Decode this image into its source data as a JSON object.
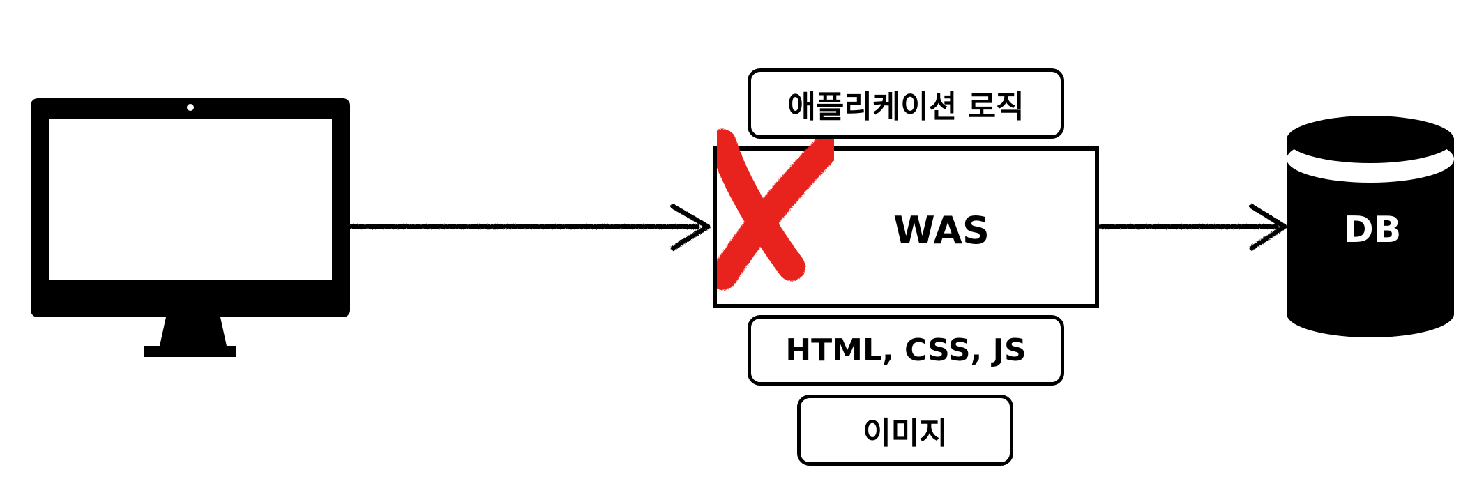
{
  "nodes": {
    "was": {
      "label": "WAS"
    },
    "db": {
      "label": "DB"
    },
    "app_logic": {
      "label": "애플리케이션 로직"
    },
    "static_resources": {
      "label": "HTML, CSS, JS"
    },
    "image": {
      "label": "이미지"
    }
  },
  "edges": [
    {
      "from": "client",
      "to": "was"
    },
    {
      "from": "was",
      "to": "db"
    }
  ],
  "colors": {
    "line": "#000000",
    "cross": "#e8231a",
    "background": "#ffffff"
  },
  "icons": {
    "client": "desktop-monitor-icon",
    "database": "database-cylinder-icon",
    "cross": "red-x-mark-icon"
  }
}
